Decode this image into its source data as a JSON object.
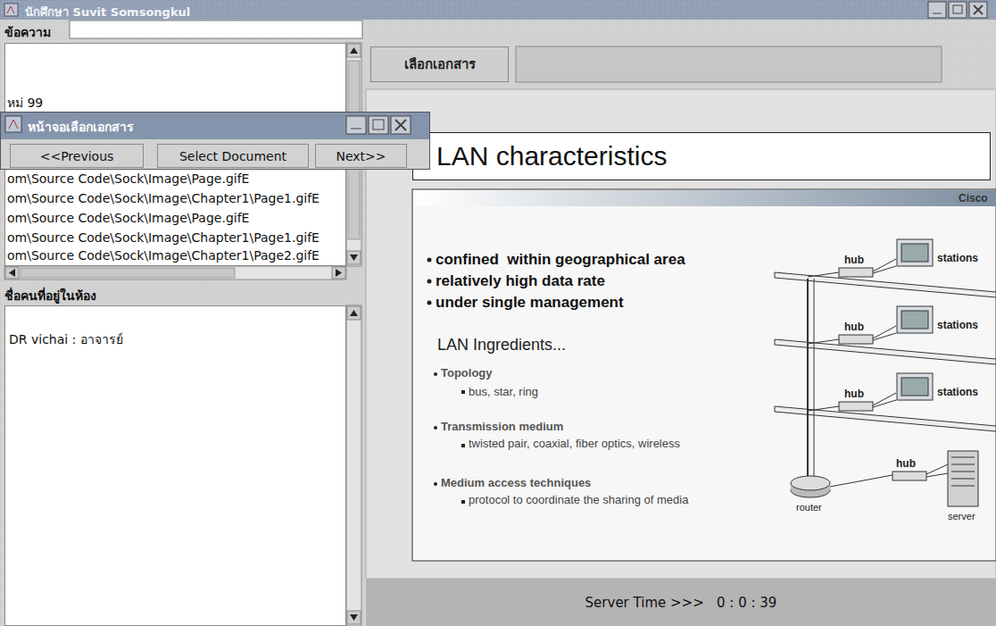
{
  "diagram": {
    "nodes": [
      {
        "text": [
          "นักศึกษา Suvit Somsongkul"
        ]
      },
      {
        "text": [
          "หม่ 99",
          "om\\Source Code\\Sock\\Image\\Page.gifE",
          "om\\Source Code\\Sock\\Image\\Chapter1\\Page1.gifE",
          "om\\Source Code\\Sock\\Image\\Page.gifE",
          "om\\Source Code\\Sock\\Image\\Chapter1\\Page1.gifE",
          "om\\Source Code\\Sock\\Image\\Chapter1\\Page2.gifE"
        ],
        "in": 0
      },
      {
        "text": [
          "DR vichai : อาจารย์"
        ],
        "in": 0
      },
      {
        "text": [
          "เลือกเอกสาร"
        ],
        "in": 0
      },
      {
        "text": [
          "LAN characteristics"
        ],
        "in": 0
      },
      {
        "text": [
          "Server Time >>>   0 : 0 : 39"
        ],
        "in": 0
      },
      {
        "text": [
          "หน้าจอเลือกเอกสาร"
        ]
      },
      {
        "text": [
          "<<Previous"
        ],
        "in": 6
      },
      {
        "text": [
          "Select Document"
        ],
        "in": 6
      },
      {
        "text": [
          "Next>>"
        ],
        "in": 6
      }
    ],
    "labels": [
      "ข้อความ",
      "ชื่อคนที่อยู่ในห้อง",
      "Cisco",
      "confined  within geographical area",
      "relatively high data rate",
      "under single management",
      "LAN Ingredients...",
      "Topology",
      "bus, star, ring",
      "Transmission medium",
      "twisted pair, coaxial, fiber optics, wireless",
      "Medium access techniques",
      "protocol to coordinate the sharing of media",
      "hub",
      "stations",
      "hub",
      "stations",
      "hub",
      "stations",
      "hub",
      "router",
      "server"
    ]
  }
}
